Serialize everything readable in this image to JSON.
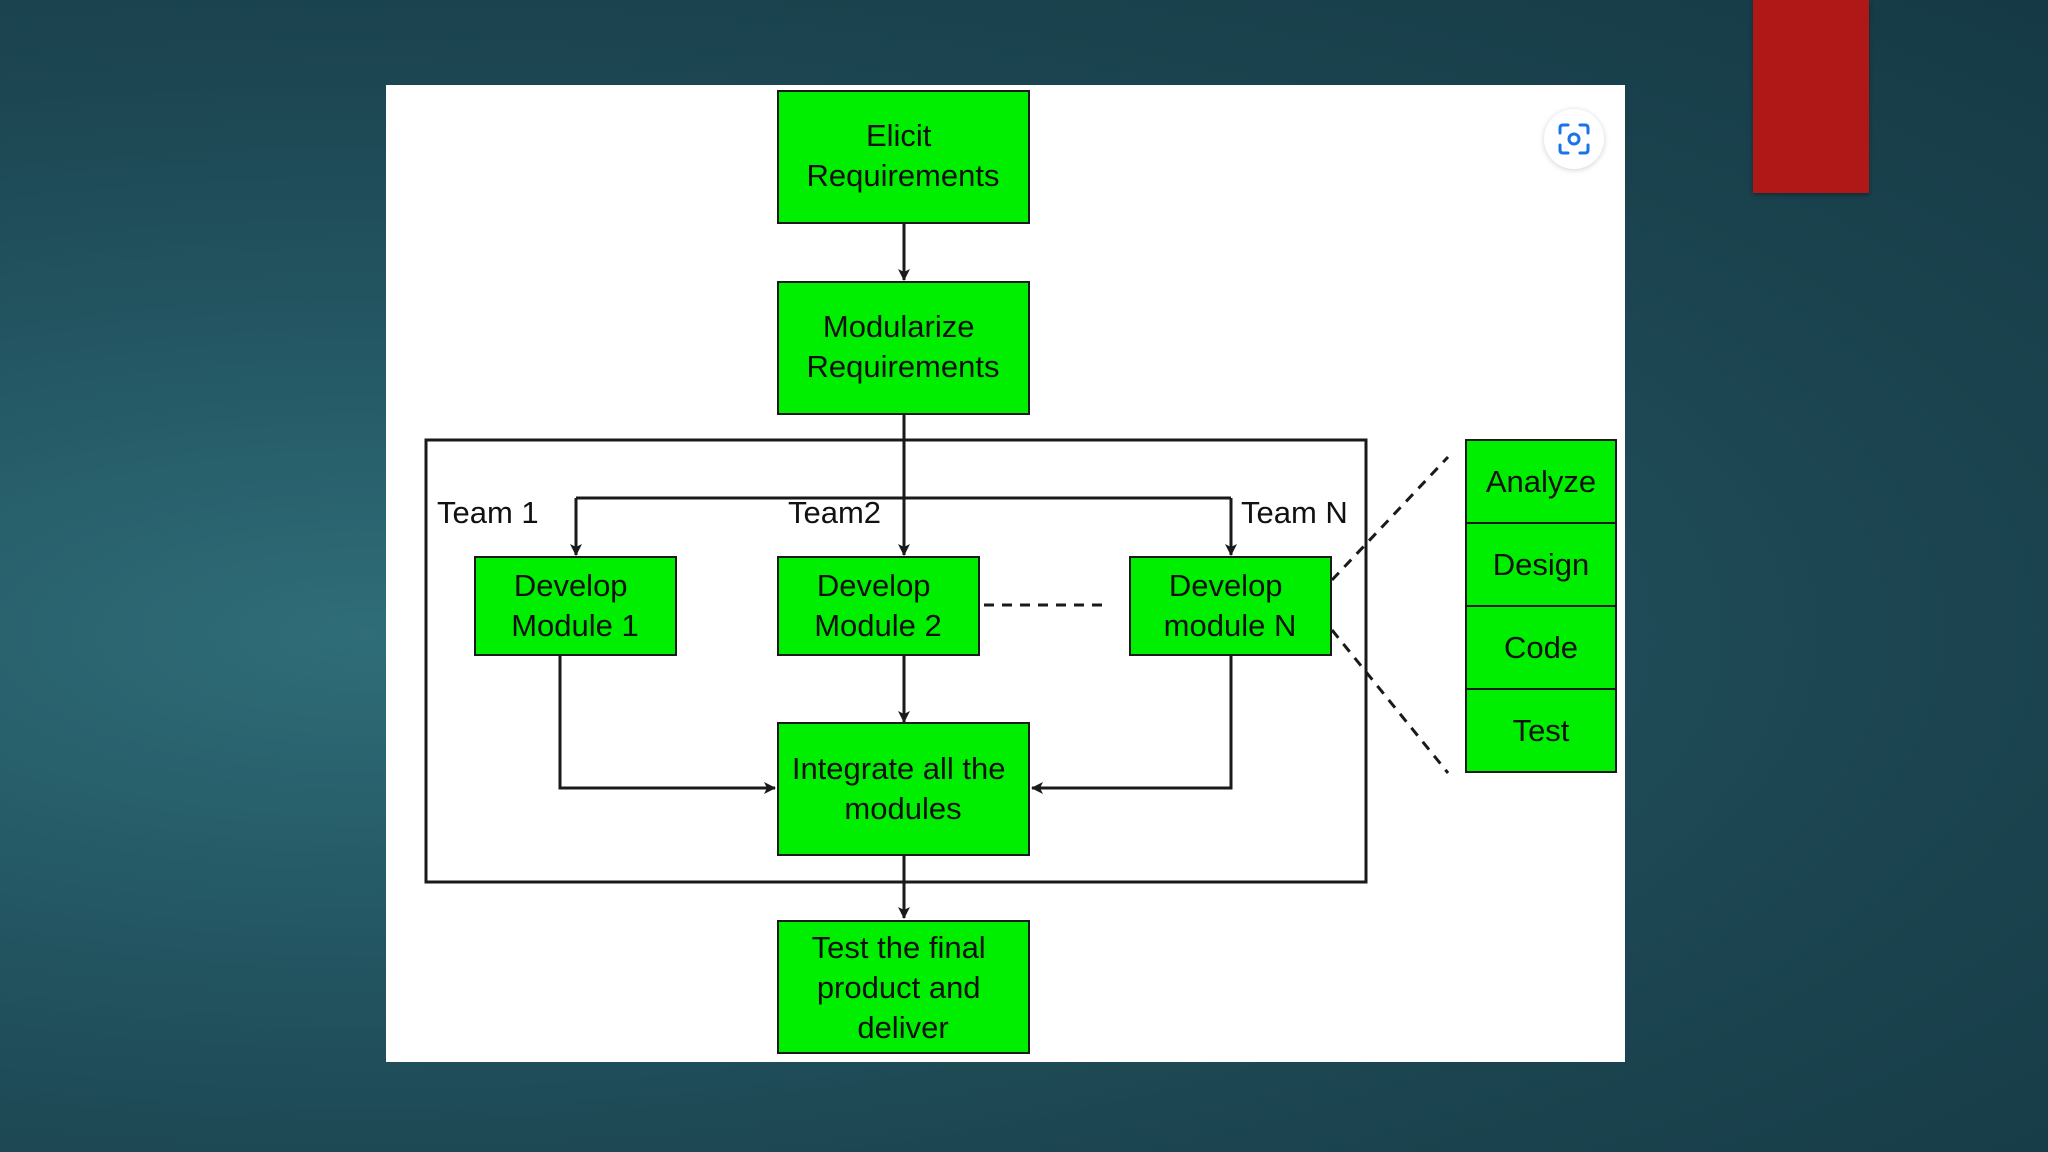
{
  "colors": {
    "box_fill": "#00ee00",
    "box_stroke": "#1a1a1a",
    "accent": "#b01717",
    "background": "#1f4c58",
    "lens_icon": "#1a73e8"
  },
  "diagram": {
    "elicit": [
      "Elicit",
      "Requirements"
    ],
    "modularize": [
      "Modularize",
      "Requirements"
    ],
    "teams": {
      "team1": "Team 1",
      "team2": "Team2",
      "teamN": "Team N"
    },
    "module1": [
      "Develop",
      "Module 1"
    ],
    "module2": [
      "Develop",
      "Module 2"
    ],
    "moduleN": [
      "Develop",
      "module N"
    ],
    "integrate": [
      "Integrate all the",
      "modules"
    ],
    "final": [
      "Test the final",
      "product and",
      "deliver"
    ],
    "phases": [
      "Analyze",
      "Design",
      "Code",
      "Test"
    ]
  },
  "icons": {
    "lens": "lens-icon"
  }
}
